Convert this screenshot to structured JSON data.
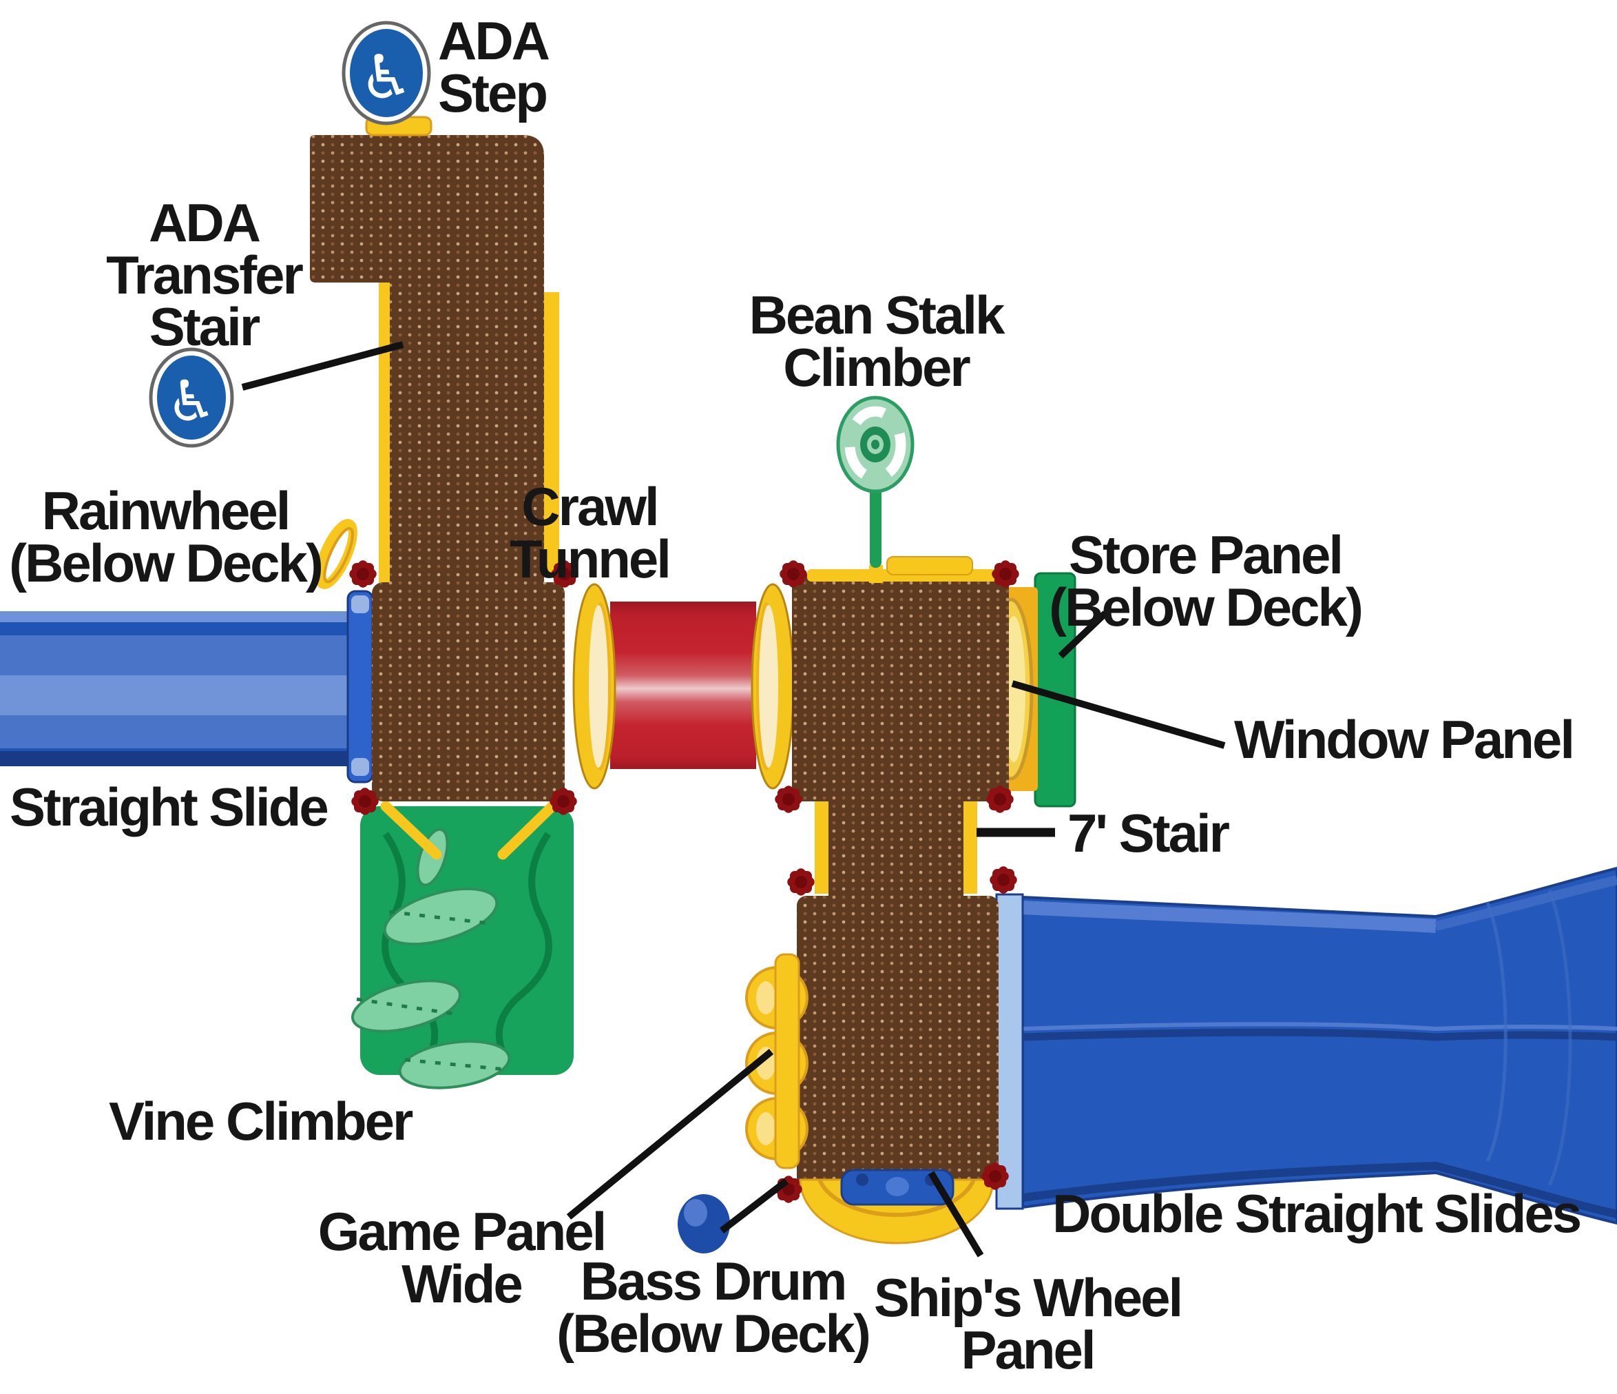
{
  "diagram_title": "Playground structure top-view component diagram",
  "labels": {
    "ada_step": [
      "ADA",
      "Step"
    ],
    "ada_transfer_stair": [
      "ADA",
      "Transfer",
      "Stair"
    ],
    "rainwheel": [
      "Rainwheel",
      "(Below Deck)"
    ],
    "straight_slide": [
      "Straight Slide"
    ],
    "crawl_tunnel": [
      "Crawl",
      "Tunnel"
    ],
    "bean_stalk_climber": [
      "Bean Stalk",
      "Climber"
    ],
    "store_panel": [
      "Store Panel",
      "(Below Deck)"
    ],
    "window_panel": [
      "Window Panel"
    ],
    "seven_ft_stair": [
      "7' Stair"
    ],
    "vine_climber": [
      "Vine Climber"
    ],
    "game_panel_wide": [
      "Game Panel",
      "Wide"
    ],
    "bass_drum": [
      "Bass Drum",
      "(Below Deck)"
    ],
    "ships_wheel_panel": [
      "Ship's Wheel",
      "Panel"
    ],
    "double_straight_slides": [
      "Double Straight Slides"
    ]
  },
  "icons": {
    "accessibility_icon_glyph": "♿"
  },
  "colors": {
    "deck_brown": "#5d3a20",
    "deck_dot_light": "#d8b08c",
    "rail_yellow": "#f7c71e",
    "rail_yellow_dark": "#db9e1a",
    "tunnel_red": "#c5242f",
    "post_maroon": "#8e1013",
    "slide_blue": "#2458ba",
    "slide_blue_light": "#a9c6ec",
    "vine_green": "#17a35b",
    "vine_green_light": "#7fd1a4",
    "store_green": "#12a156",
    "ada_icon_blue": "#1a5fae",
    "bass_drum_blue": "#2b5fc0",
    "label_text": "#161616"
  }
}
